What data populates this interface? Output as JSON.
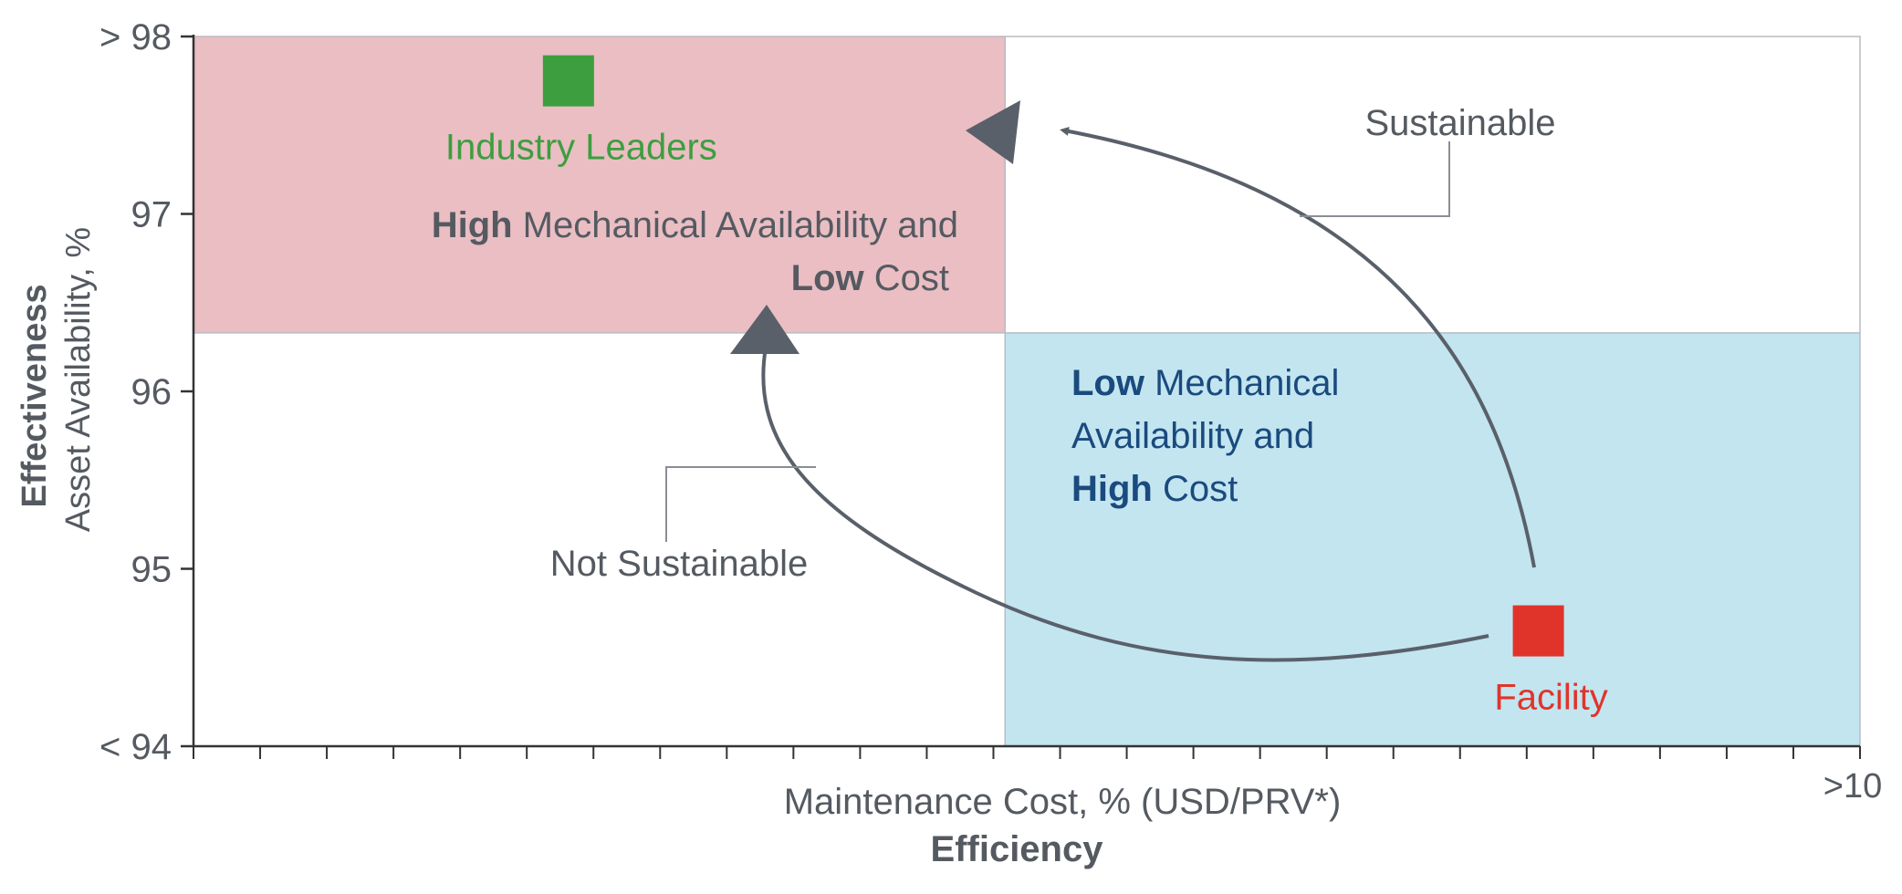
{
  "chart_data": {
    "type": "scatter",
    "y_axis": {
      "title": "Effectiveness",
      "subtitle": "Asset Availability, %",
      "ticks": [
        "> 98",
        "97",
        "96",
        "95",
        "< 94"
      ],
      "tick_values": [
        98,
        97,
        96,
        95,
        94
      ],
      "ylim": [
        94,
        98
      ]
    },
    "x_axis": {
      "label": "Maintenance Cost, % (USD/PRV*)",
      "title": "Efficiency",
      "max_label": ">10",
      "xlim": [
        0,
        10
      ],
      "minor_ticks": 25
    },
    "quadrants": {
      "top_left": {
        "color": "#eabec3",
        "line1_bold": "High",
        "line1_rest": " Mechanical Availability and",
        "line2_bold": "Low",
        "line2_rest": " Cost"
      },
      "bottom_right": {
        "color": "#c2e5f0",
        "line1_bold": "Low",
        "line1_rest": " Mechanical",
        "line2": "Availability and",
        "line3_bold": "High",
        "line3_rest": " Cost",
        "text_color": "#1a4a7e"
      },
      "split_x": 4.87,
      "split_y": 96.33
    },
    "points": [
      {
        "name": "Industry Leaders",
        "x": 2.25,
        "y": 97.75,
        "color": "#3d9e3f"
      },
      {
        "name": "Facility",
        "x": 8.07,
        "y": 94.65,
        "color": "#e0342b"
      }
    ],
    "paths": [
      {
        "label": "Sustainable",
        "color": "#5a606a"
      },
      {
        "label": "Not Sustainable",
        "color": "#5a606a"
      }
    ],
    "text_color": "#555a61",
    "axis_color": "#333333"
  }
}
